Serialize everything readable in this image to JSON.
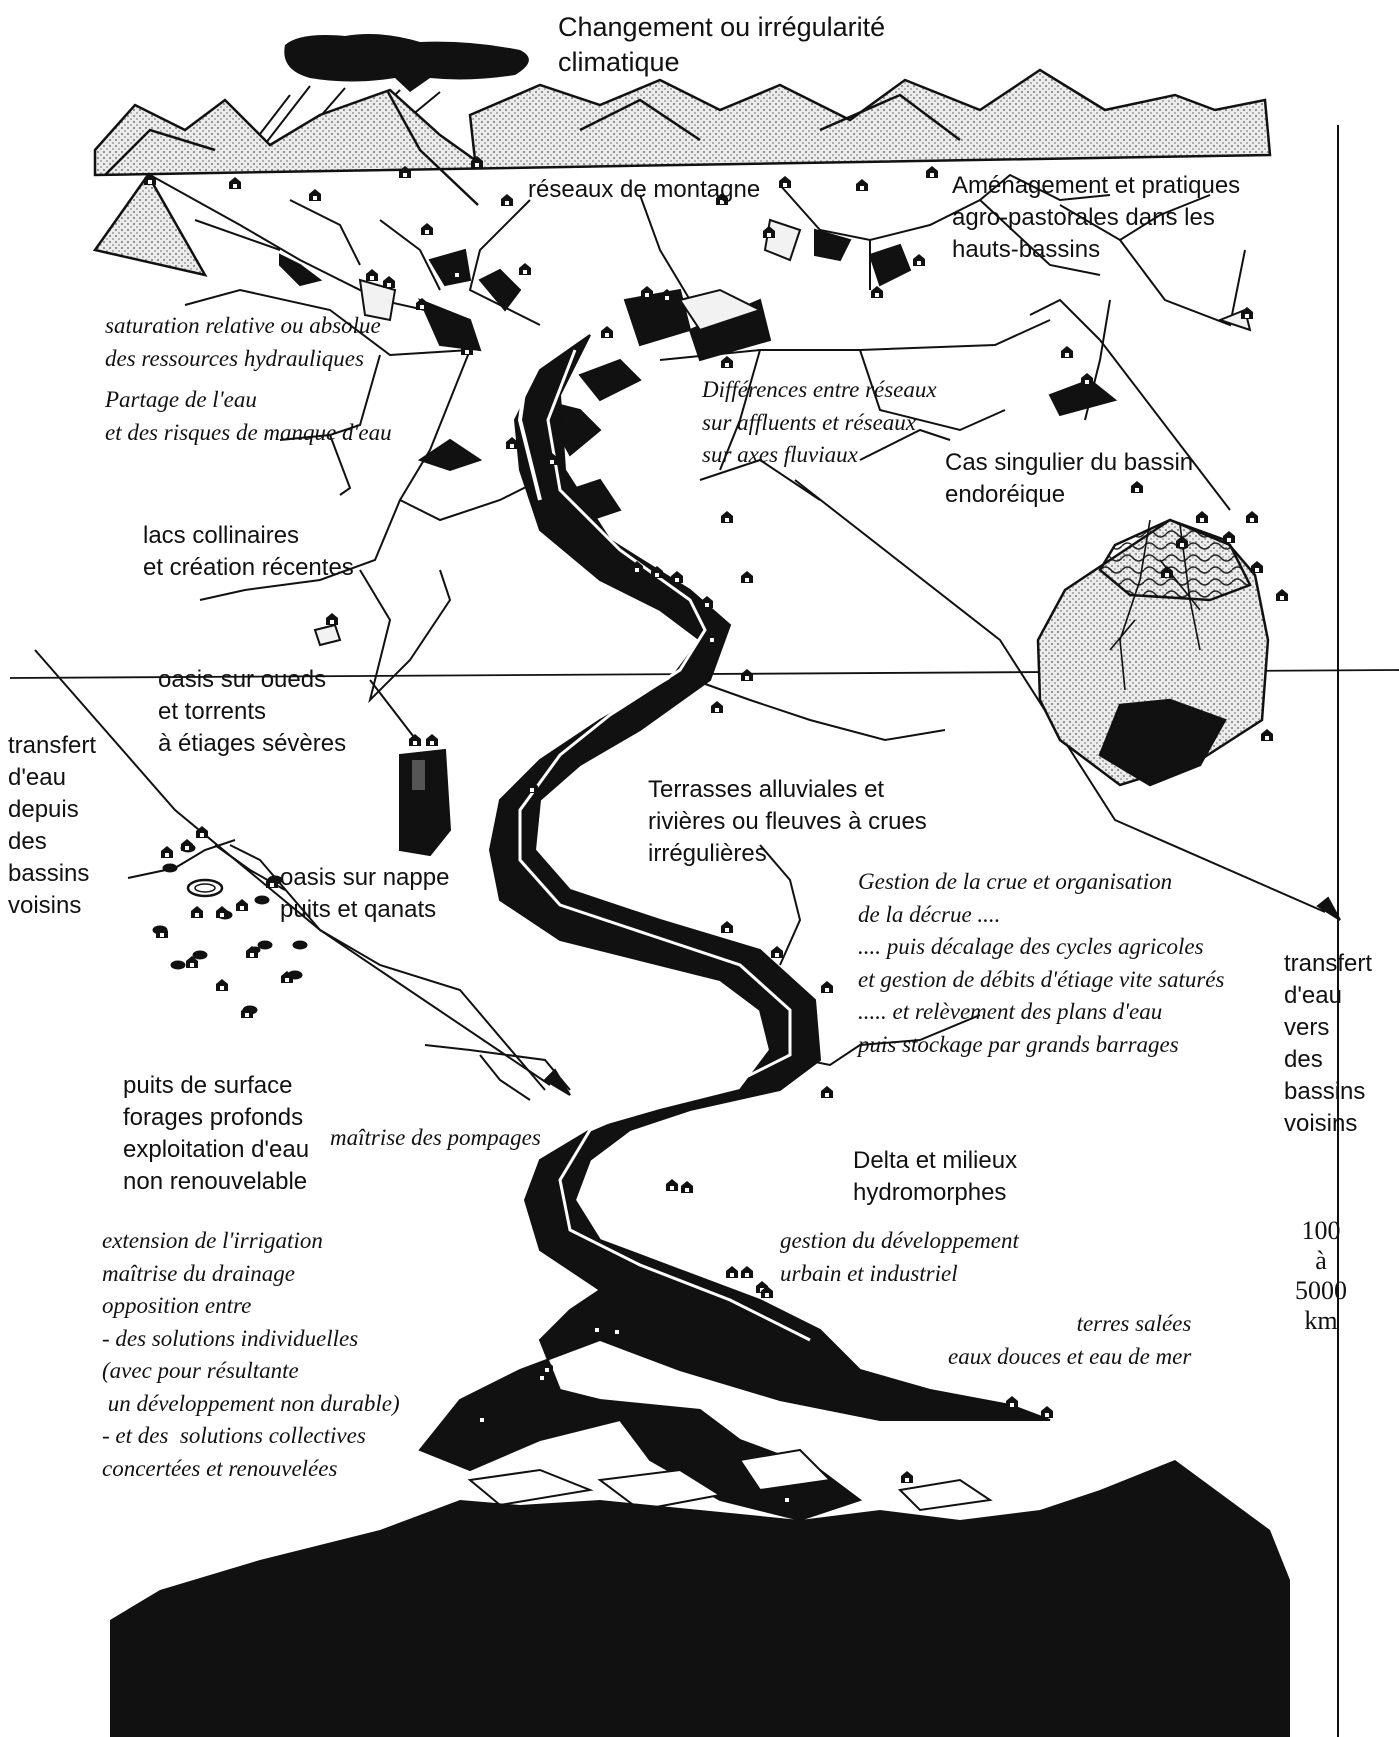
{
  "title": "Changement ou irrégularité\nclimatique",
  "labels": {
    "mountain_networks": "réseaux de montagne",
    "agro_pastoral": "Aménagement et pratiques\nagro-pastorales dans les\nhauts-bassins",
    "saturation": "saturation relative ou absolue\ndes ressources hydrauliques",
    "water_sharing": "Partage de l'eau\net des risques de manque d'eau",
    "network_differences": "Différences entre réseaux\nsur affluents et réseaux\nsur axes fluviaux",
    "endorheic": "Cas singulier du bassin\nendoréique",
    "hill_lakes": "lacs collinaires\net création récentes",
    "oases_wadis": "oasis sur oueds\net torrents\nà étiages sévères",
    "transfer_from": "transfert\nd'eau\ndepuis\ndes\nbassins\nvoisins",
    "oases_aquifer": "oasis sur nappe\npuits et qanats",
    "terraces": "Terrasses alluviales et\nrivières ou fleuves à crues\nirrégulières",
    "flood_management": "Gestion de la crue et organisation\nde la décrue ....\n.... puis décalage des cycles agricoles\net gestion de débits d'étiage vite saturés\n..... et relèvement des plans d'eau\npuis stockage par grands barrages",
    "transfer_to": "transfert\nd'eau\nvers\ndes\nbassins\nvoisins",
    "wells": "puits de surface\nforages profonds\nexploitation d'eau\nnon renouvelable",
    "pumping": "maîtrise des pompages",
    "delta": "Delta et milieux\nhydromorphes",
    "urban": "gestion du développement\nurbain et industriel",
    "scale": "100\nà\n5000\nkm",
    "irrigation": "extension de l'irrigation\nmaîtrise du drainage\nopposition entre\n- des solutions individuelles\n(avec pour résultante\n un développement non durable)\n- et des  solutions collectives\nconcertées et renouvelées",
    "salt_lands": "terres salées\neaux douces et eau de mer"
  },
  "colors": {
    "ink": "#111111",
    "paper": "#ffffff",
    "stipple": "#bdbdbd"
  }
}
